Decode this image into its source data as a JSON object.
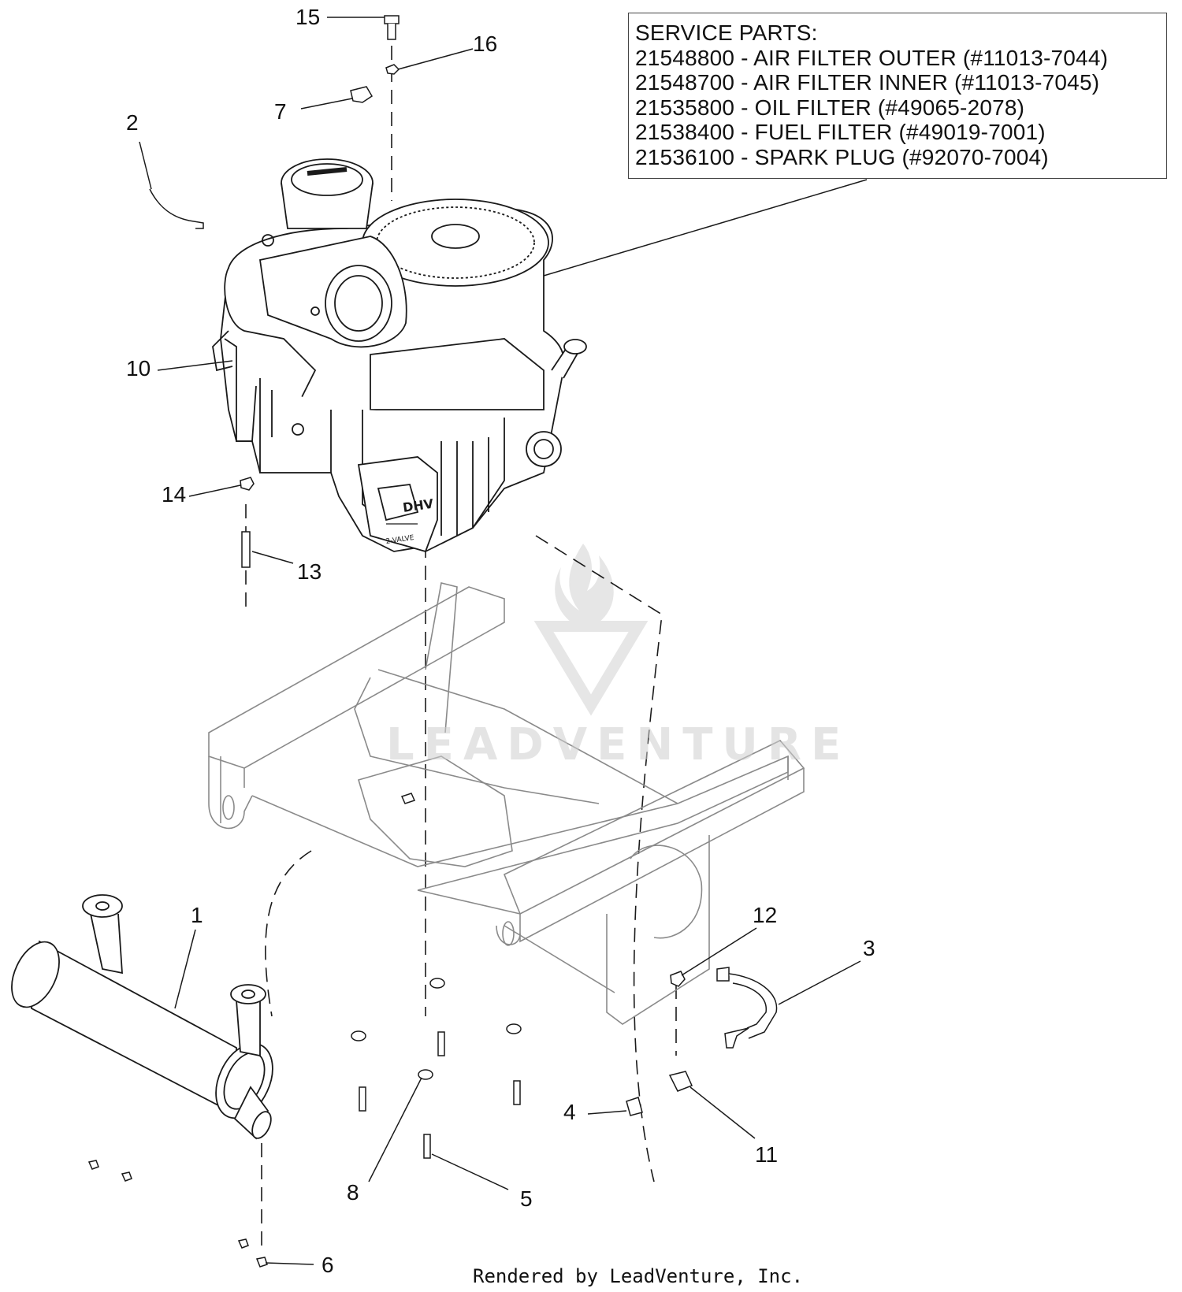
{
  "service_parts": {
    "heading": "SERVICE PARTS:",
    "lines": [
      "21548800 - AIR FILTER OUTER (#11013-7044)",
      "21548700 - AIR FILTER INNER (#11013-7045)",
      "21535800 - OIL FILTER (#49065-2078)",
      "21538400 - FUEL FILTER (#49019-7001)",
      "21536100 - SPARK PLUG (#92070-7004)"
    ]
  },
  "callouts": {
    "c1": "1",
    "c2": "2",
    "c3": "3",
    "c4": "4",
    "c5": "5",
    "c6": "6",
    "c7": "7",
    "c8": "8",
    "c10": "10",
    "c11": "11",
    "c12": "12",
    "c13": "13",
    "c14": "14",
    "c15": "15",
    "c16": "16"
  },
  "watermark": "LEADVENTURE",
  "footer": "Rendered by LeadVenture, Inc.",
  "colors": {
    "line": "#1a1a1a",
    "frame": "#8a8a8a",
    "watermark": "#cfcfcf"
  }
}
